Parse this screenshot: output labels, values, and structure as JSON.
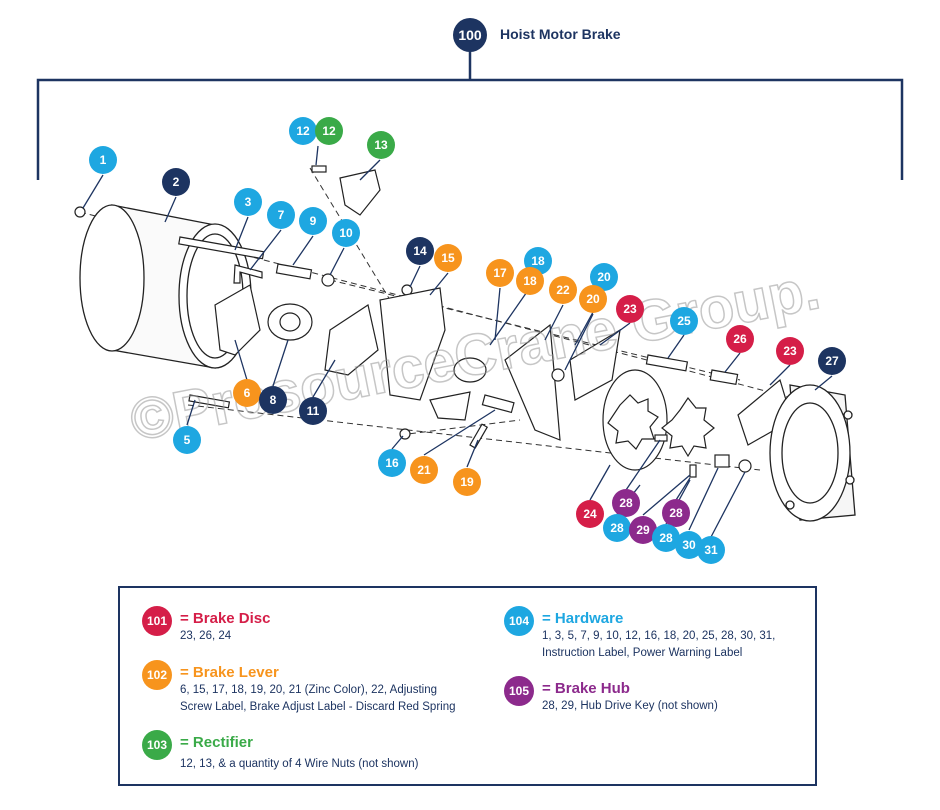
{
  "header": {
    "number": "100",
    "title": "Hoist Motor Brake"
  },
  "colors": {
    "navy": "#1d3461",
    "cyan": "#1ea7e1",
    "green": "#3aaa48",
    "orange": "#f7941d",
    "red": "#d51e48",
    "purple": "#8c2a8c"
  },
  "watermark": "©ProsourceCrane Group.",
  "callouts": [
    {
      "n": "1",
      "c": "cyan"
    },
    {
      "n": "2",
      "c": "navy"
    },
    {
      "n": "3",
      "c": "cyan"
    },
    {
      "n": "7",
      "c": "cyan"
    },
    {
      "n": "9",
      "c": "cyan"
    },
    {
      "n": "10",
      "c": "cyan"
    },
    {
      "n": "12",
      "c": "cyan"
    },
    {
      "n": "12",
      "c": "green"
    },
    {
      "n": "13",
      "c": "green"
    },
    {
      "n": "14",
      "c": "navy"
    },
    {
      "n": "15",
      "c": "orange"
    },
    {
      "n": "17",
      "c": "orange"
    },
    {
      "n": "18",
      "c": "cyan"
    },
    {
      "n": "18",
      "c": "orange"
    },
    {
      "n": "22",
      "c": "orange"
    },
    {
      "n": "20",
      "c": "cyan"
    },
    {
      "n": "20",
      "c": "orange"
    },
    {
      "n": "23",
      "c": "red"
    },
    {
      "n": "25",
      "c": "cyan"
    },
    {
      "n": "26",
      "c": "red"
    },
    {
      "n": "23",
      "c": "red"
    },
    {
      "n": "27",
      "c": "navy"
    },
    {
      "n": "6",
      "c": "orange"
    },
    {
      "n": "8",
      "c": "navy"
    },
    {
      "n": "11",
      "c": "navy"
    },
    {
      "n": "5",
      "c": "cyan"
    },
    {
      "n": "16",
      "c": "cyan"
    },
    {
      "n": "21",
      "c": "orange"
    },
    {
      "n": "19",
      "c": "orange"
    },
    {
      "n": "24",
      "c": "red"
    },
    {
      "n": "28",
      "c": "purple"
    },
    {
      "n": "28",
      "c": "cyan"
    },
    {
      "n": "29",
      "c": "purple"
    },
    {
      "n": "28",
      "c": "purple"
    },
    {
      "n": "28",
      "c": "cyan"
    },
    {
      "n": "30",
      "c": "cyan"
    },
    {
      "n": "31",
      "c": "cyan"
    }
  ],
  "legend": [
    {
      "num": "101",
      "color": "red",
      "title": "= Brake Disc",
      "lines": [
        "23, 26, 24"
      ]
    },
    {
      "num": "102",
      "color": "orange",
      "title": "= Brake Lever",
      "lines": [
        "6, 15, 17, 18, 19, 20, 21 (Zinc Color), 22, Adjusting",
        "Screw Label, Brake Adjust Label - Discard Red Spring"
      ]
    },
    {
      "num": "103",
      "color": "green",
      "title": "= Rectifier",
      "lines": [
        "12, 13, & a quantity of 4 Wire Nuts (not shown)"
      ]
    },
    {
      "num": "104",
      "color": "cyan",
      "title": "= Hardware",
      "lines": [
        "1, 3, 5, 7, 9, 10, 12, 16, 18, 20, 25, 28, 30, 31,",
        "Instruction Label, Power Warning Label"
      ]
    },
    {
      "num": "105",
      "color": "purple",
      "title": "= Brake Hub",
      "lines": [
        "28, 29, Hub Drive Key (not shown)"
      ]
    }
  ]
}
